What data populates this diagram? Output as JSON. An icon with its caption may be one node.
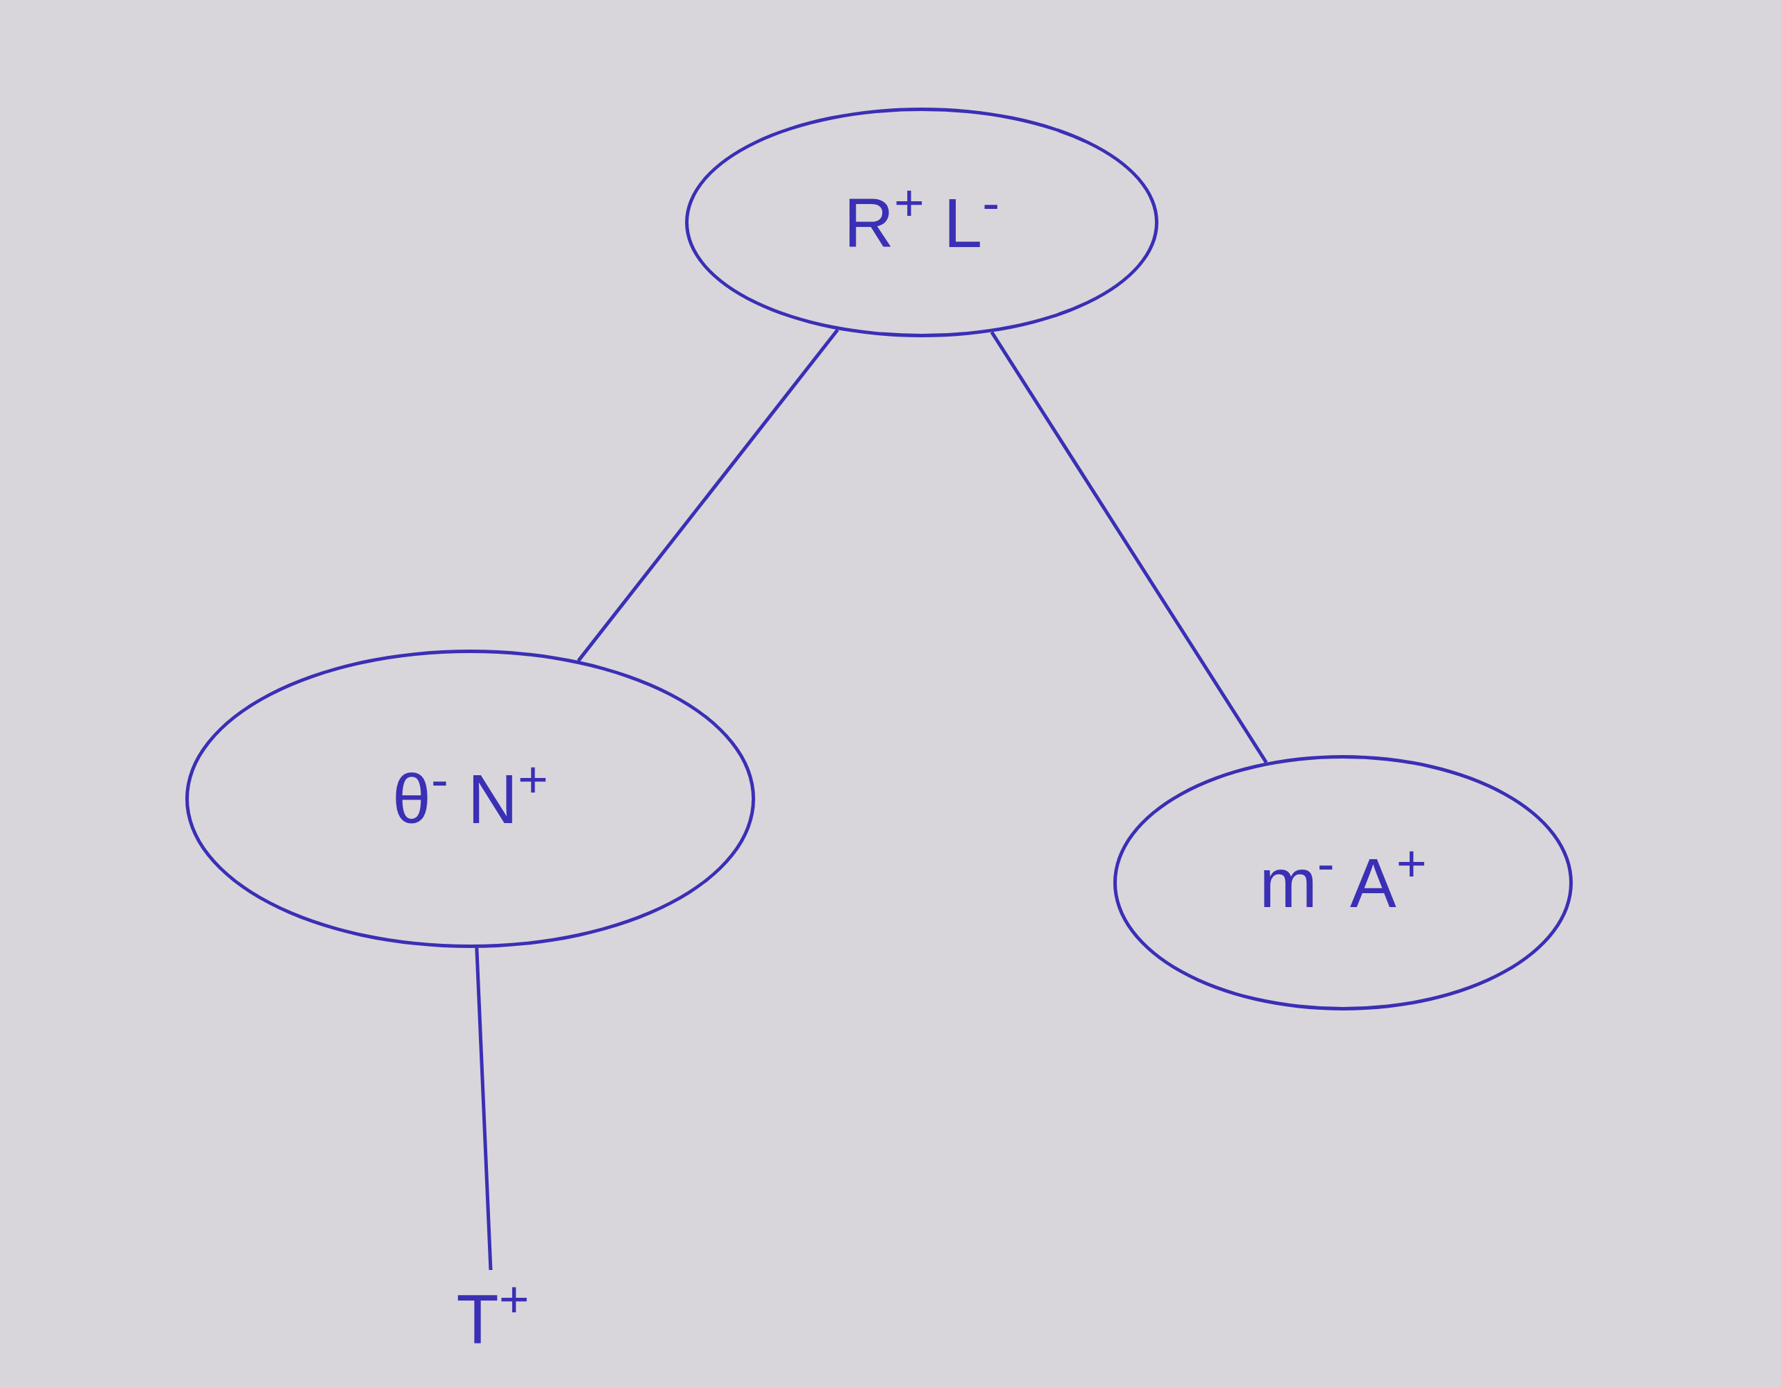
{
  "diagram": {
    "nodes": [
      {
        "text": [
          "R$^{+}$ L$^{-}$"
        ]
      },
      {
        "text": [
          "θ$^{-}$ N$^{+}$"
        ]
      },
      {
        "text": [
          "m$^{-}$ A$^{+}$"
        ]
      },
      {
        "text": [
          "T$^{+}$"
        ]
      }
    ],
    "edges": [
      {
        "from": 0,
        "to": 1,
        "arrow": "none"
      },
      {
        "from": 0,
        "to": 2,
        "arrow": "none"
      },
      {
        "from": 1,
        "to": 3,
        "arrow": "none"
      }
    ]
  }
}
